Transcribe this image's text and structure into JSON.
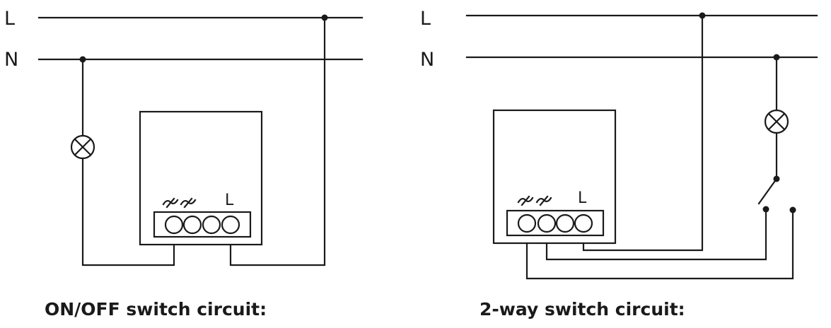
{
  "left_diagram": {
    "line_label": "L",
    "neutral_label": "N",
    "terminal_label": "L",
    "caption": "ON/OFF switch circuit:"
  },
  "right_diagram": {
    "line_label": "L",
    "neutral_label": "N",
    "terminal_label": "L",
    "caption": "2-way switch circuit:"
  },
  "icons": [
    "lamp-icon",
    "switch-input-symbol-icon",
    "two-way-switch-icon"
  ]
}
